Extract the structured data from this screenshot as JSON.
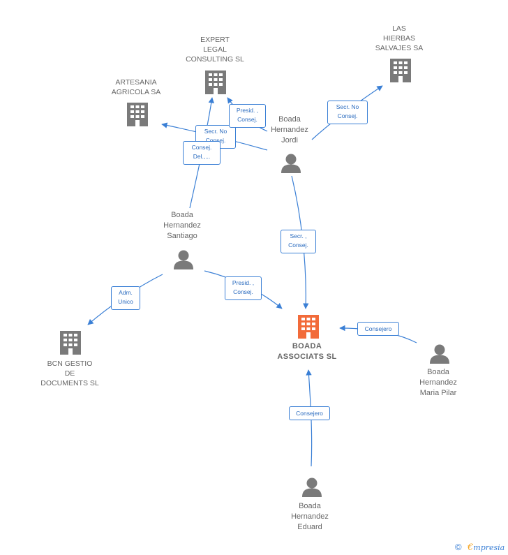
{
  "colors": {
    "company": "#7a7a7a",
    "focus_company": "#f26b3a",
    "person": "#7a7a7a",
    "edge": "#3a7fd5",
    "label": "#666666"
  },
  "nodes": {
    "expert": {
      "label": "EXPERT\nLEGAL\nCONSULTING SL",
      "icon": "building-icon"
    },
    "hierbas": {
      "label": "LAS\nHIERBAS\nSALVAJES SA",
      "icon": "building-icon"
    },
    "artesania": {
      "label": "ARTESANIA\nAGRICOLA SA",
      "icon": "building-icon"
    },
    "bcn": {
      "label": "BCN GESTIO\nDE\nDOCUMENTS SL",
      "icon": "building-icon"
    },
    "boada_associats": {
      "label": "BOADA\nASSOCIATS SL",
      "icon": "building-icon"
    },
    "jordi": {
      "label": "Boada\nHernandez\nJordi",
      "icon": "person-icon"
    },
    "santiago": {
      "label": "Boada\nHernandez\nSantiago",
      "icon": "person-icon"
    },
    "maria_pilar": {
      "label": "Boada\nHernandez\nMaria Pilar",
      "icon": "person-icon"
    },
    "eduard": {
      "label": "Boada\nHernandez\nEduard",
      "icon": "person-icon"
    }
  },
  "edges": {
    "jordi_expert": "Presid. ,\nConsej.",
    "jordi_artesania": "Secr.  No\nConsej.",
    "santiago_expert": "Consej.\nDel.,...",
    "jordi_hierbas": "Secr.  No\nConsej.",
    "jordi_boada": "Secr. ,\nConsej.",
    "santiago_boada": "Presid. ,\nConsej.",
    "santiago_bcn": "Adm.\nUnico",
    "maria_boada": "Consejero",
    "eduard_boada": "Consejero"
  },
  "footer": {
    "copyright": "©",
    "brand_initial": "€",
    "brand_rest": "mpresia"
  }
}
